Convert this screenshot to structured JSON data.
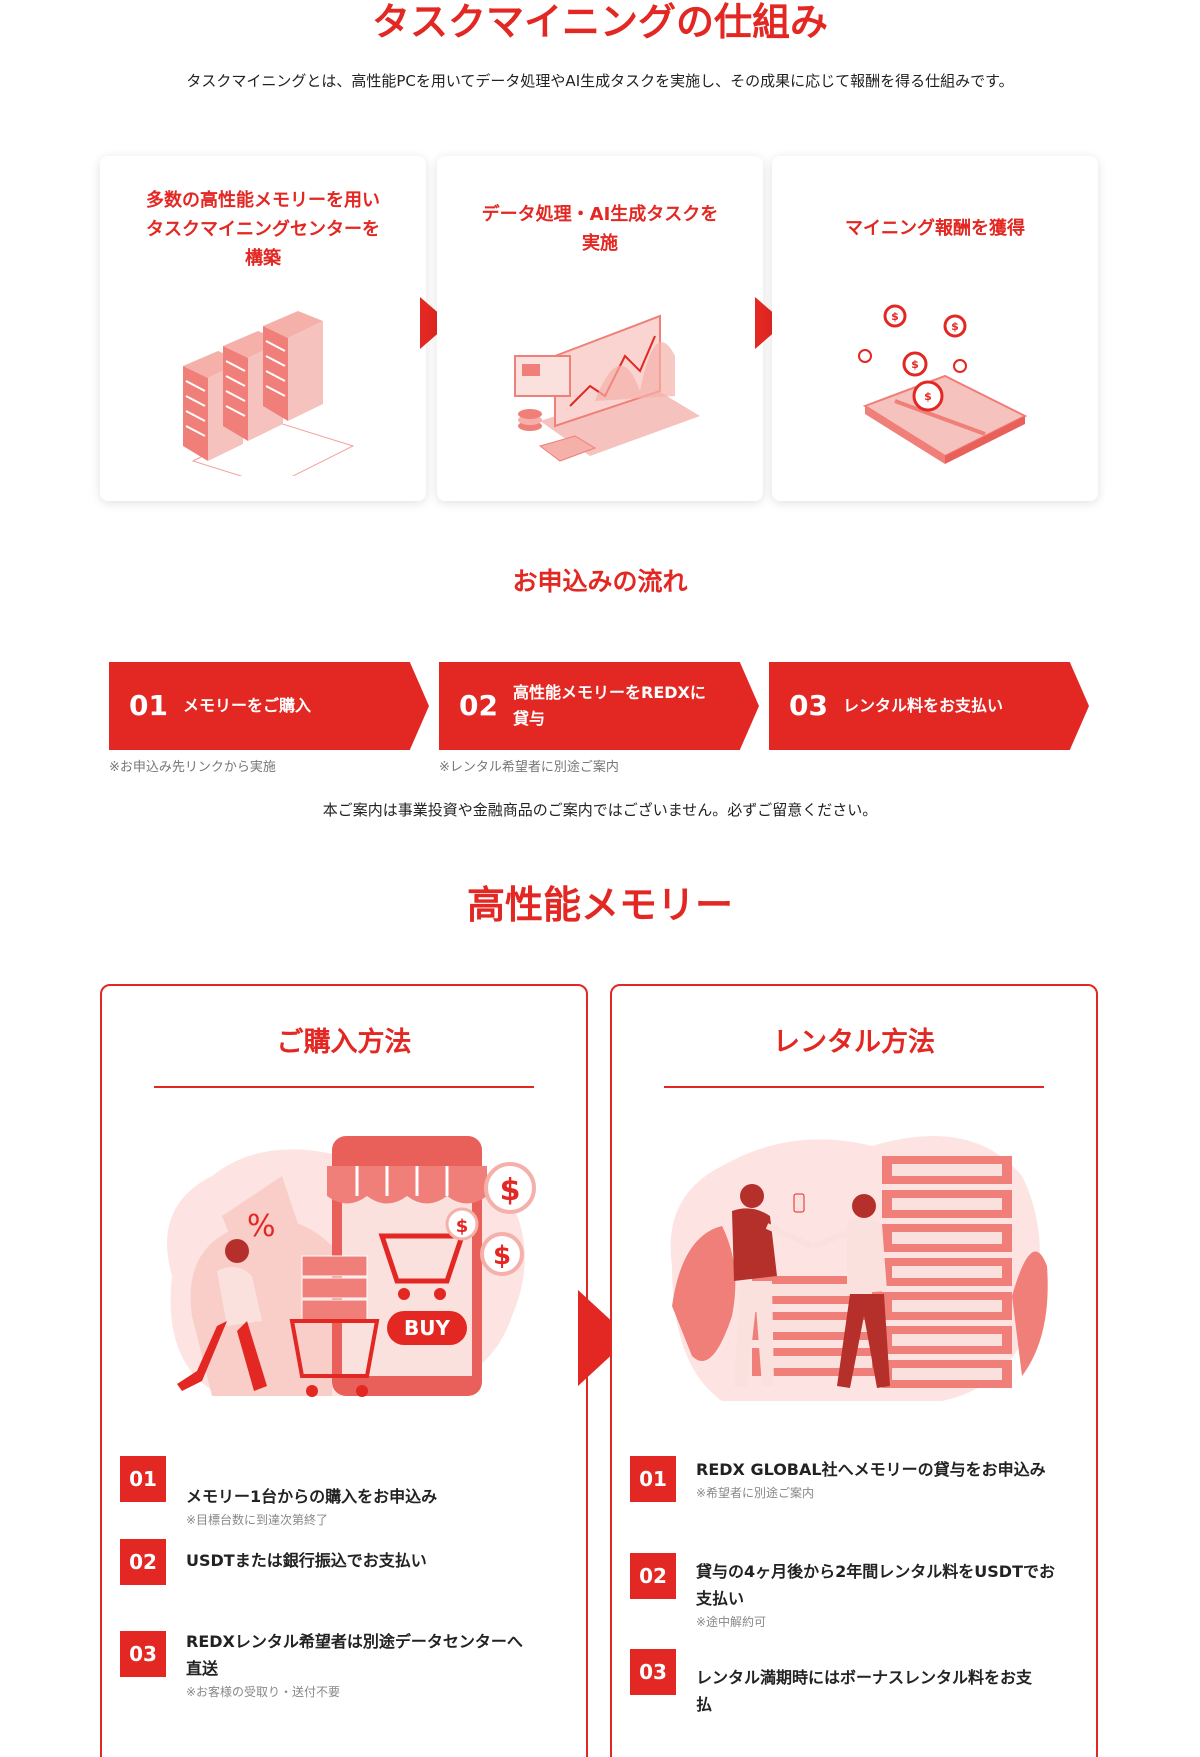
{
  "mechanism": {
    "title": "タスクマイニングの仕組み",
    "intro": "タスクマイニングとは、高性能PCを用いてデータ処理やAI生成タスクを実施し、その成果に応じて報酬を得る仕組みです。",
    "cards": [
      {
        "title": "多数の高性能メモリーを用い\nタスクマイニングセンターを\n構築",
        "icon": "server-racks-illustration"
      },
      {
        "title": "データ処理・AI生成タスクを\n実施",
        "icon": "laptop-data-illustration"
      },
      {
        "title": "マイニング報酬を獲得",
        "icon": "coins-card-illustration"
      }
    ]
  },
  "flow": {
    "title": "お申込みの流れ",
    "steps": [
      {
        "num": "01",
        "label": "メモリーをご購入",
        "note": "※お申込み先リンクから実施"
      },
      {
        "num": "02",
        "label": "高性能メモリーをREDXに\n貸与",
        "note": "※レンタル希望者に別途ご案内"
      },
      {
        "num": "03",
        "label": "レンタル料をお支払い",
        "note": ""
      }
    ],
    "disclaimer": "本ご案内は事業投資や金融商品のご案内ではございません。必ずご留意ください。"
  },
  "memory": {
    "title": "高性能メモリー",
    "purchase": {
      "title": "ご購入方法",
      "buy_text": "BUY",
      "percent_text": "%",
      "items": [
        {
          "num": "01",
          "text": "メモリー1台からの購入をお申込み",
          "sub": "※目標台数に到達次第終了"
        },
        {
          "num": "02",
          "text": "USDTまたは銀行振込でお支払い",
          "sub": ""
        },
        {
          "num": "03",
          "text": "REDXレンタル希望者は別途データセンターへ\n直送",
          "sub": "※お客様の受取り・送付不要"
        }
      ]
    },
    "rental": {
      "title": "レンタル方法",
      "items": [
        {
          "num": "01",
          "text": "REDX GLOBAL社へメモリーの貸与をお申込み",
          "sub": "※希望者に別途ご案内"
        },
        {
          "num": "02",
          "text": "貸与の4ヶ月後から2年間レンタル料をUSDTでお\n支払い",
          "sub": "※途中解約可"
        },
        {
          "num": "03",
          "text": "レンタル満期時にはボーナスレンタル料をお支\n払",
          "sub": ""
        }
      ]
    }
  },
  "colors": {
    "accent": "#e32722",
    "light": "#f7b3ad",
    "pale": "#fde4e2"
  }
}
